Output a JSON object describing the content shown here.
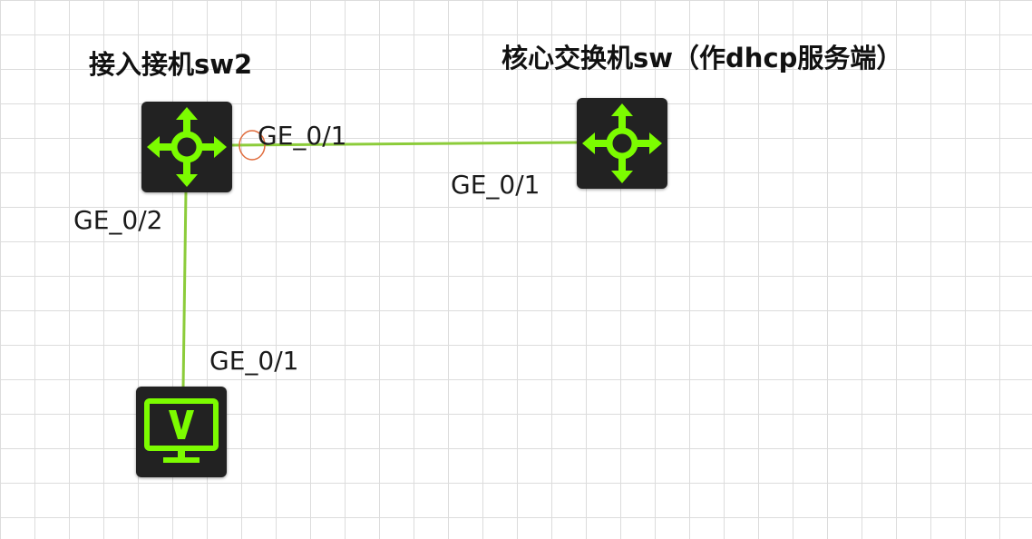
{
  "nodes": {
    "access_switch": {
      "label": "接入接机sw2",
      "icon": "router-arrows-icon"
    },
    "core_switch": {
      "label": "核心交换机sw（作dhcp服务端）",
      "icon": "router-arrows-icon"
    },
    "vpc": {
      "label": "",
      "icon": "monitor-v-icon"
    }
  },
  "links": [
    {
      "from": "access_switch",
      "to": "core_switch",
      "from_port": "GE_0/1",
      "to_port": "GE_0/1"
    },
    {
      "from": "access_switch",
      "to": "vpc",
      "from_port": "GE_0/2",
      "to_port": "GE_0/1"
    }
  ],
  "colors": {
    "link": "#8ccc3a",
    "icon": "#7cfc00",
    "device_bg": "#222222",
    "grid": "#dcdcdc"
  }
}
